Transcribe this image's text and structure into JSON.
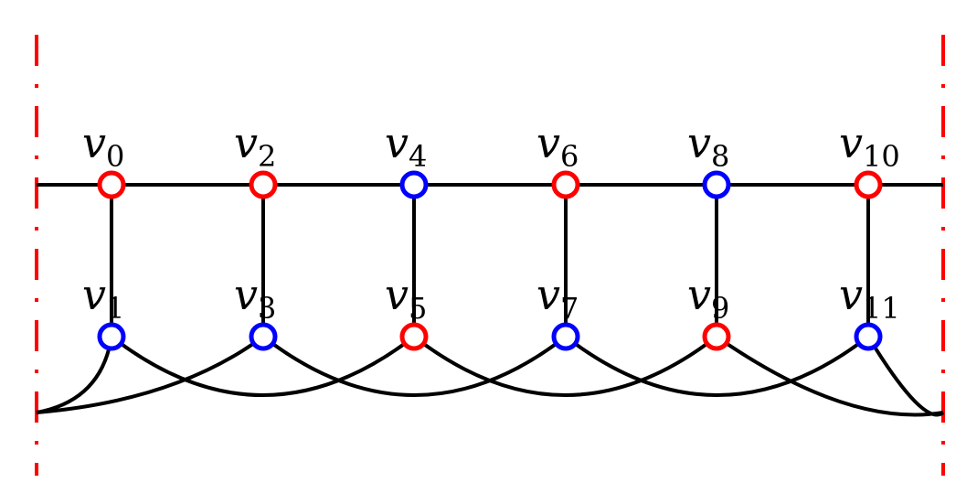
{
  "diagram": {
    "colors": {
      "red": "#ff0000",
      "blue": "#0000ff",
      "edge": "#000000",
      "boundary": "#ff0000"
    },
    "label_letter": "v",
    "nodes": [
      {
        "id": "v0",
        "sub": "0",
        "color": "red"
      },
      {
        "id": "v1",
        "sub": "1",
        "color": "blue"
      },
      {
        "id": "v2",
        "sub": "2",
        "color": "red"
      },
      {
        "id": "v3",
        "sub": "3",
        "color": "blue"
      },
      {
        "id": "v4",
        "sub": "4",
        "color": "blue"
      },
      {
        "id": "v5",
        "sub": "5",
        "color": "red"
      },
      {
        "id": "v6",
        "sub": "6",
        "color": "red"
      },
      {
        "id": "v7",
        "sub": "7",
        "color": "blue"
      },
      {
        "id": "v8",
        "sub": "8",
        "color": "blue"
      },
      {
        "id": "v9",
        "sub": "9",
        "color": "red"
      },
      {
        "id": "v10",
        "sub": "10",
        "color": "red"
      },
      {
        "id": "v11",
        "sub": "11",
        "color": "blue"
      }
    ],
    "edges": [
      [
        "v0",
        "v2"
      ],
      [
        "v2",
        "v4"
      ],
      [
        "v4",
        "v6"
      ],
      [
        "v6",
        "v8"
      ],
      [
        "v8",
        "v10"
      ],
      [
        "v10",
        "v0"
      ],
      [
        "v0",
        "v1"
      ],
      [
        "v2",
        "v3"
      ],
      [
        "v4",
        "v5"
      ],
      [
        "v6",
        "v7"
      ],
      [
        "v8",
        "v9"
      ],
      [
        "v10",
        "v11"
      ],
      [
        "v1",
        "v5"
      ],
      [
        "v3",
        "v7"
      ],
      [
        "v5",
        "v9"
      ],
      [
        "v7",
        "v11"
      ],
      [
        "v9",
        "v1"
      ],
      [
        "v11",
        "v3"
      ]
    ]
  }
}
